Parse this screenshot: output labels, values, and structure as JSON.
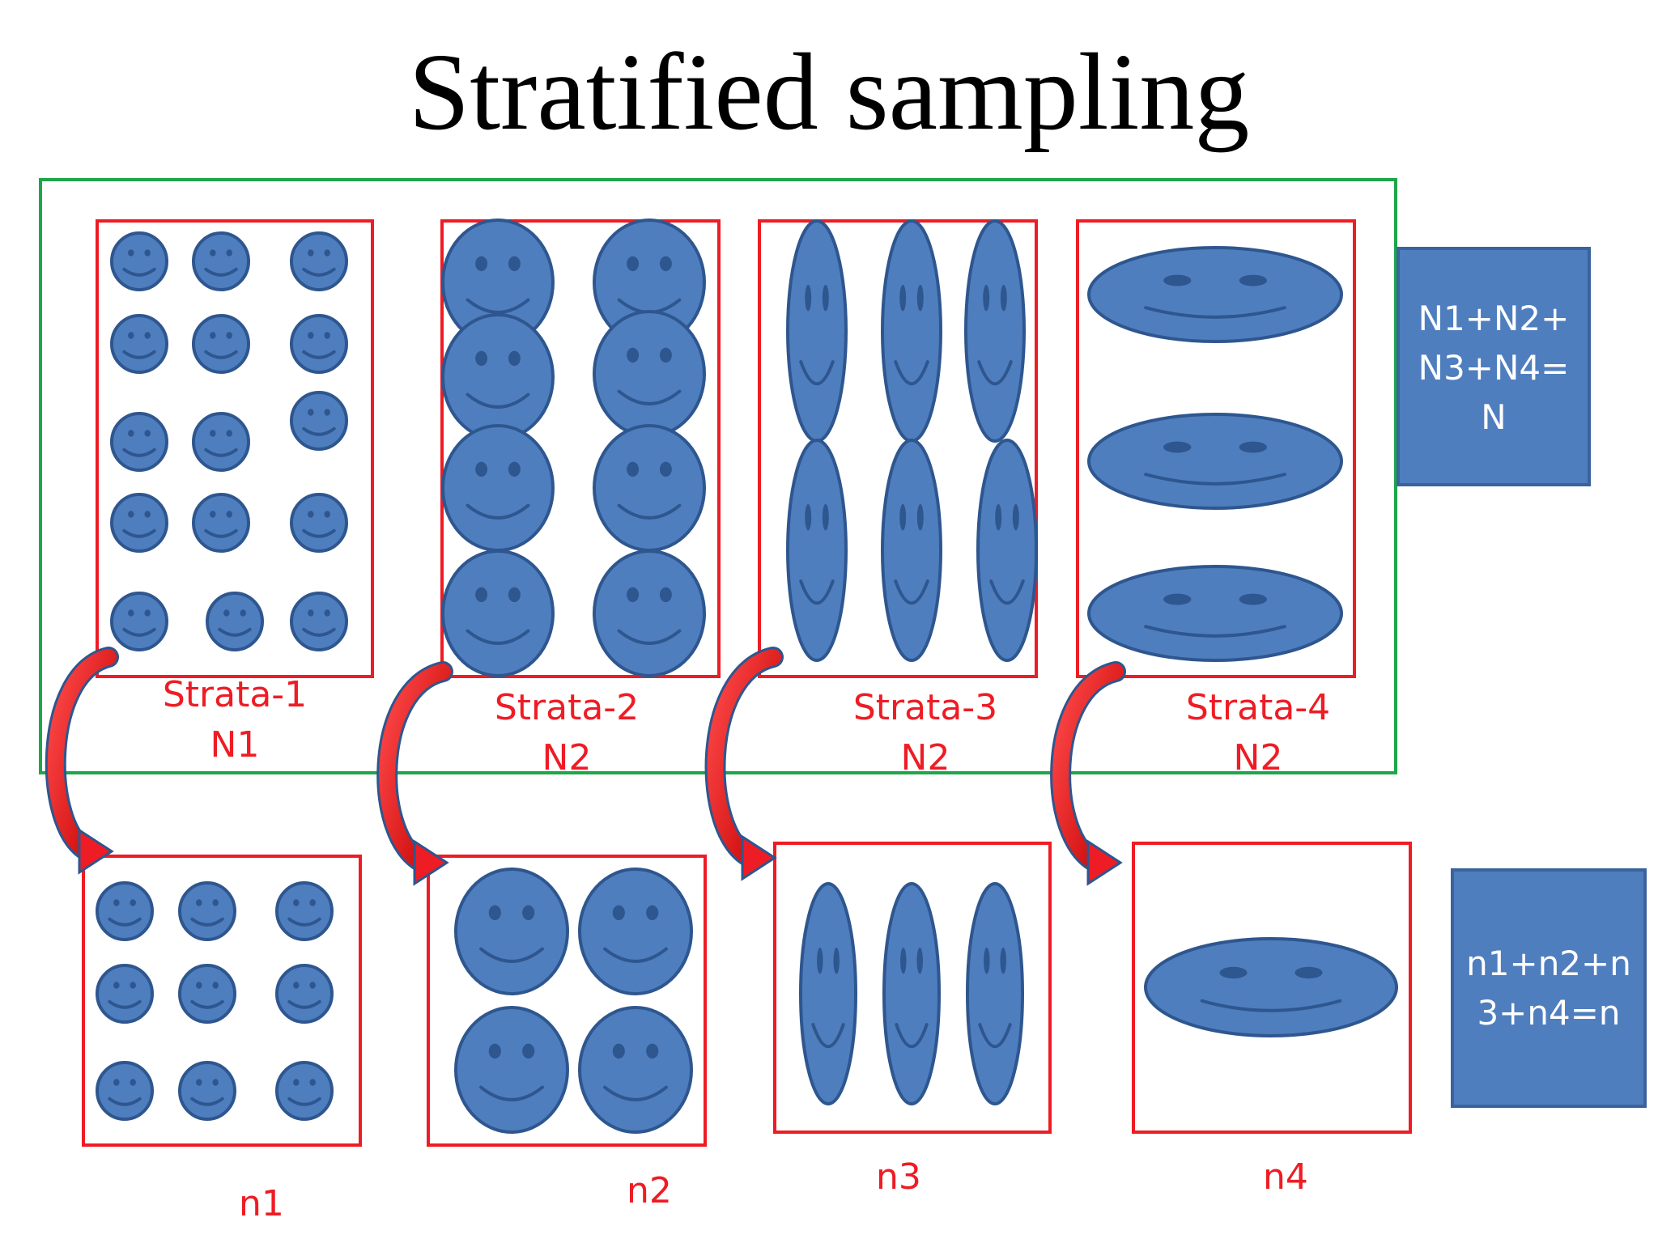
{
  "title": "Stratified sampling",
  "colors": {
    "face_fill": "#4f7ebf",
    "face_stroke": "#2e568f",
    "feature": "#2e568f",
    "box_red": "#ee1c24",
    "population_green": "#1ea64a",
    "summary_box": "#4f7ebf",
    "arrow_red": "#ee1c24"
  },
  "strata": [
    {
      "name": "Strata-1",
      "size_label": "N1",
      "sample_label": "n1"
    },
    {
      "name": "Strata-2",
      "size_label": "N2",
      "sample_label": "n2"
    },
    {
      "name": "Strata-3",
      "size_label": "N2",
      "sample_label": "n3"
    },
    {
      "name": "Strata-4",
      "size_label": "N2",
      "sample_label": "n4"
    }
  ],
  "population_total": {
    "lines": [
      "N1+N2+",
      "N3+N4=",
      "N"
    ]
  },
  "sample_total": {
    "lines": [
      "n1+n2+n",
      "3+n4=n"
    ]
  }
}
